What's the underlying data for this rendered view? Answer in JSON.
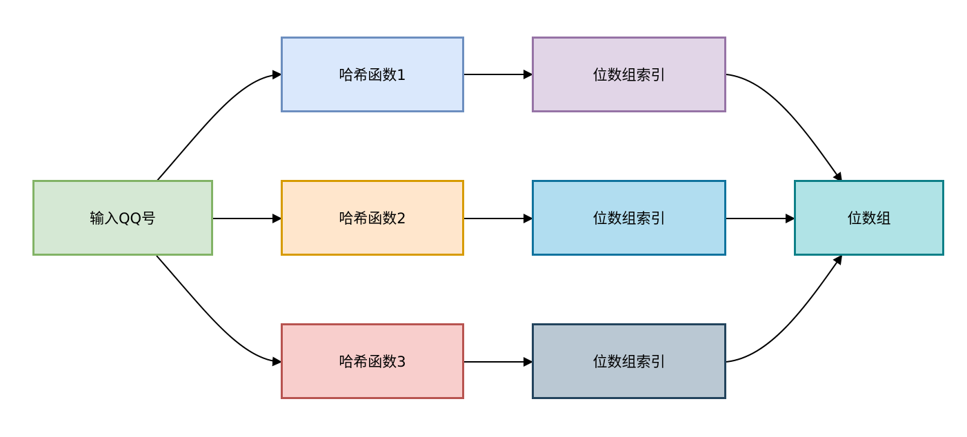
{
  "nodes": {
    "input": {
      "label": "输入QQ号",
      "fill": "#d5e8d4",
      "stroke": "#82b366"
    },
    "hash1": {
      "label": "哈希函数1",
      "fill": "#dae8fc",
      "stroke": "#6c8ebf"
    },
    "hash2": {
      "label": "哈希函数2",
      "fill": "#ffe6cc",
      "stroke": "#d79b00"
    },
    "hash3": {
      "label": "哈希函数3",
      "fill": "#f8cecc",
      "stroke": "#b85450"
    },
    "index1": {
      "label": "位数组索引",
      "fill": "#e1d5e7",
      "stroke": "#9673a6"
    },
    "index2": {
      "label": "位数组索引",
      "fill": "#b1ddf0",
      "stroke": "#10739e"
    },
    "index3": {
      "label": "位数组索引",
      "fill": "#bac8d3",
      "stroke": "#23445d"
    },
    "bitarray": {
      "label": "位数组",
      "fill": "#b0e3e6",
      "stroke": "#0e8088"
    }
  },
  "edges": [
    {
      "from": "input",
      "to": "hash1"
    },
    {
      "from": "input",
      "to": "hash2"
    },
    {
      "from": "input",
      "to": "hash3"
    },
    {
      "from": "hash1",
      "to": "index1"
    },
    {
      "from": "hash2",
      "to": "index2"
    },
    {
      "from": "hash3",
      "to": "index3"
    },
    {
      "from": "index1",
      "to": "bitarray"
    },
    {
      "from": "index2",
      "to": "bitarray"
    },
    {
      "from": "index3",
      "to": "bitarray"
    }
  ],
  "colors": {
    "edge": "#000000"
  }
}
